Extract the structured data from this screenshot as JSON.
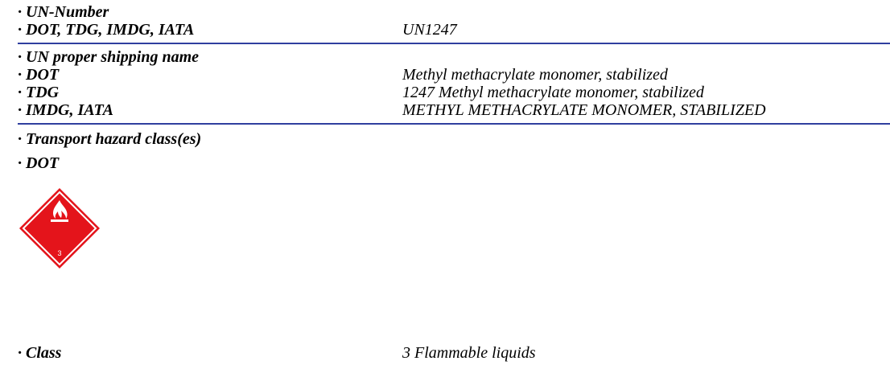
{
  "section_un_number": {
    "heading": "· UN-Number",
    "rows": [
      {
        "key": "· DOT, TDG, IMDG, IATA",
        "value": "UN1247"
      }
    ]
  },
  "section_shipping_name": {
    "heading": "· UN proper shipping name",
    "rows": [
      {
        "key": "· DOT",
        "value": "Methyl methacrylate monomer, stabilized"
      },
      {
        "key": "· TDG",
        "value": "1247 Methyl methacrylate monomer, stabilized"
      },
      {
        "key": "· IMDG, IATA",
        "value": "METHYL METHACRYLATE MONOMER, STABILIZED"
      }
    ]
  },
  "section_hazard_class": {
    "heading": "· Transport hazard class(es)",
    "subheading": "· DOT",
    "placard": {
      "number": "3",
      "icon": "flame-icon",
      "color": "#e4141b",
      "symbol_color": "#ffffff"
    },
    "class_row": {
      "key": "· Class",
      "value": "3 Flammable liquids"
    }
  },
  "colors": {
    "rule": "#2f3f9f",
    "text": "#000000"
  }
}
